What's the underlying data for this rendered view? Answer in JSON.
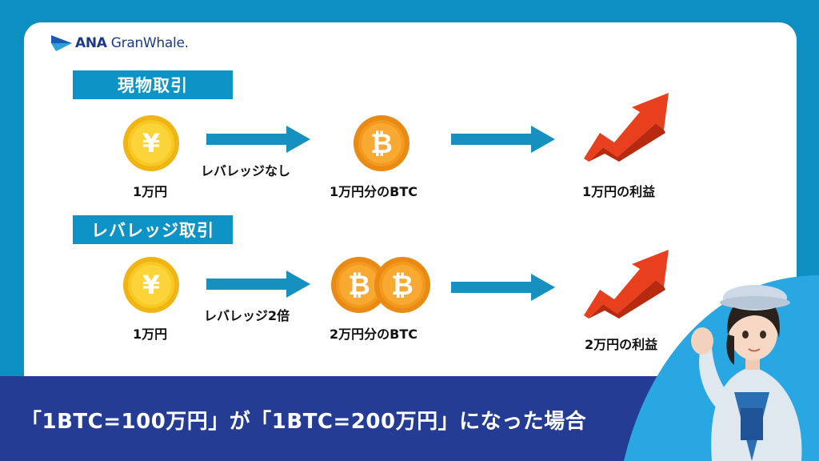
{
  "brand": {
    "name_bold": "ANA",
    "name_rest": "GranWhale",
    "dot": "."
  },
  "spot": {
    "label": "現物取引",
    "start_label": "1万円",
    "arrow_label": "レバレッジなし",
    "middle_label": "1万円分のBTC",
    "result_label": "1万円の利益"
  },
  "leverage": {
    "label": "レバレッジ取引",
    "start_label": "1万円",
    "arrow_label": "レバレッジ2倍",
    "middle_label": "2万円分のBTC",
    "result_label": "2万円の利益"
  },
  "caption": "「1BTC=100万円」が「1BTC=200万円」になった場合",
  "icons": {
    "yen_coin": "yen-coin-icon",
    "btc_coin": "bitcoin-coin-icon",
    "arrow": "right-arrow-icon",
    "rising": "rising-trend-arrow-icon",
    "logo": "ana-logo-icon"
  },
  "symbols": {
    "yen": "¥",
    "btc": "₿"
  },
  "colors": {
    "page_bg": "#0e8fc2",
    "label_bg": "#0d93c5",
    "arrow": "#1590bf",
    "bottom_bar": "#243c94",
    "coin_gold": "#f5c21b",
    "btc_orange": "#f39a1e",
    "trend_red": "#e8401e"
  }
}
